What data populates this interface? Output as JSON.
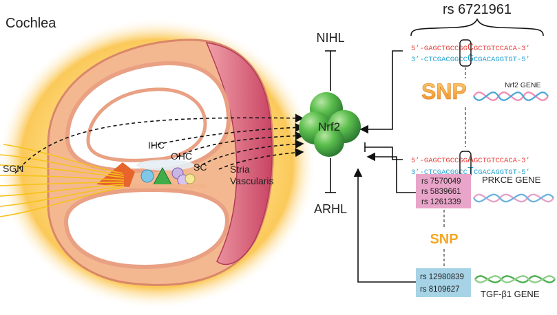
{
  "cochlea": {
    "title": "Cochlea",
    "labels": {
      "sgn": "SGN",
      "ihc": "IHC",
      "ohc": "OHC",
      "sc": "SC",
      "stria_line1": "Stria",
      "stria_line2": "Vascularis"
    }
  },
  "center": {
    "nrf2": "Nrf2",
    "nihl": "NIHL",
    "arhl": "ARHL"
  },
  "snp_panel": {
    "rs_title": "rs 6721961",
    "top_pair": {
      "strand1_left": "5’-GAGCTGCCGG",
      "strand1_base": "C",
      "strand1_right": "GCTGTCCACA-3’",
      "strand2_left": "3’-CTCGACGGCC",
      "strand2_base": "G",
      "strand2_right": "CGACAGGTGT-5’"
    },
    "bottom_pair": {
      "strand1_left": "5’-GAGCTGCCGG",
      "strand1_base": "A",
      "strand1_right": "GCTGTCCACA-3’",
      "strand2_left": "3’-CTCGACGGCC",
      "strand2_base": "T",
      "strand2_right": "CGACAGGTGT-5’"
    },
    "snp_word": "SNP",
    "nrf2_gene": "Nrf2 GENE"
  },
  "prkce": {
    "rs": [
      "rs 7570049",
      "rs 5839661",
      "rs 1261339"
    ],
    "gene": "PRKCE GENE"
  },
  "snp2": "SNP",
  "tgf": {
    "rs": [
      "rs 12980839",
      "rs 8109627"
    ],
    "gene": "TGF-β1 GENE"
  },
  "colors": {
    "glow": "#fbd46a",
    "bone": "#f2b48a",
    "bone_edge": "#d98a6a",
    "stria": "#d65a73",
    "nrf2_sphere": "#4caf50",
    "seq_red": "#e8413c",
    "seq_blue": "#2aa3cf",
    "snp_orange": "#f5a623",
    "prkce_box": "#e9a5c9",
    "tgf_box": "#a7d3e6"
  }
}
